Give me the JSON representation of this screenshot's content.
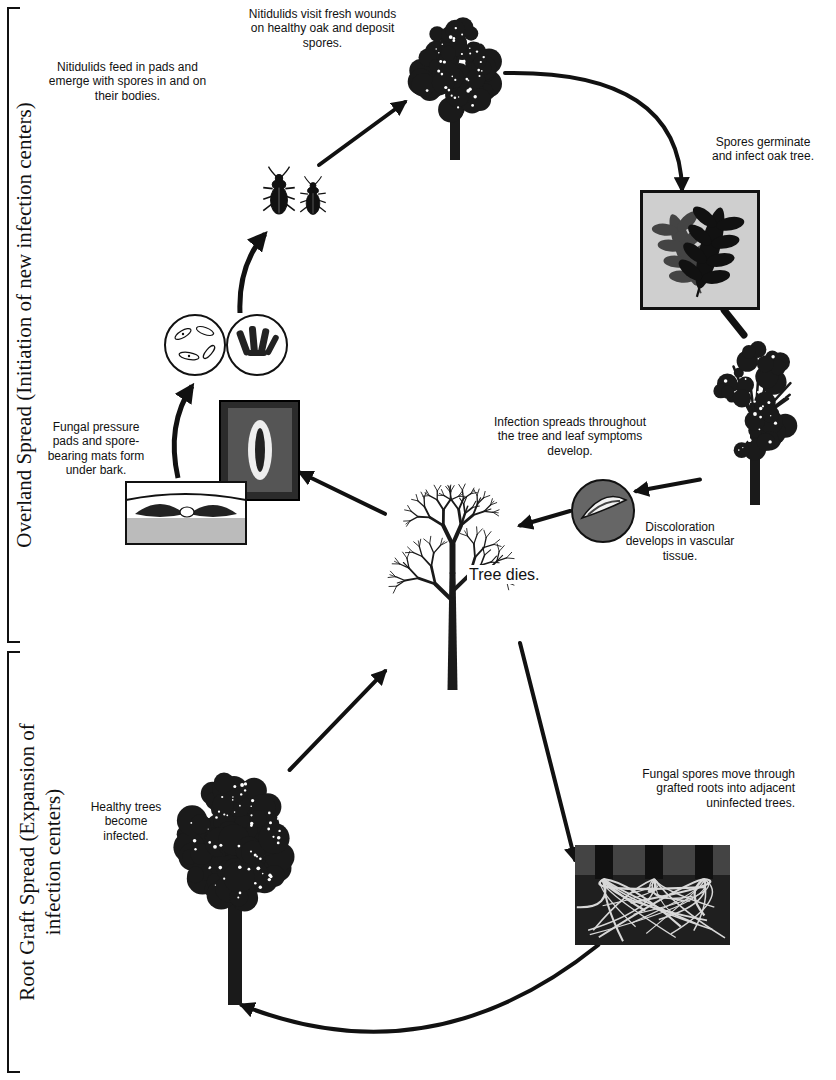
{
  "diagram": {
    "nodes": [
      {
        "text": [
          "Nitidulids visit fresh wounds on healthy oak and deposit spores."
        ]
      },
      {
        "text": [
          "Spores germinate and infect oak tree."
        ]
      },
      {
        "text": [
          "Infection spreads throughout the tree and leaf symptoms develop."
        ]
      },
      {
        "text": [
          "Discoloration develops in vascular tissue."
        ]
      },
      {
        "text": [
          "Tree dies."
        ]
      },
      {
        "text": [
          "Fungal spores move through grafted roots into adjacent uninfected trees."
        ]
      },
      {
        "text": [
          "Healthy trees become infected."
        ]
      },
      {
        "text": [
          "Fungal pressure pads and spore-bearing mats form under bark."
        ]
      },
      {
        "text": [
          "Nitidulids feed in pads and emerge with spores in and on their bodies."
        ]
      }
    ],
    "edges": [
      {
        "from": 8,
        "to": 0,
        "arrow": "to"
      },
      {
        "from": 0,
        "to": 1,
        "arrow": "to"
      },
      {
        "from": 1,
        "to": 2,
        "arrow": "none"
      },
      {
        "from": 2,
        "to": 3,
        "arrow": "to"
      },
      {
        "from": 3,
        "to": 4,
        "arrow": "to"
      },
      {
        "from": 4,
        "to": 7,
        "arrow": "to"
      },
      {
        "from": 4,
        "to": 5,
        "arrow": "to"
      },
      {
        "from": 5,
        "to": 6,
        "arrow": "to"
      },
      {
        "from": 6,
        "to": 4,
        "arrow": "to"
      }
    ],
    "labels": [
      "Overland Spread (Initiation of new infection centers)",
      "Root Graft Spread (Expansion of infection centers)"
    ]
  }
}
